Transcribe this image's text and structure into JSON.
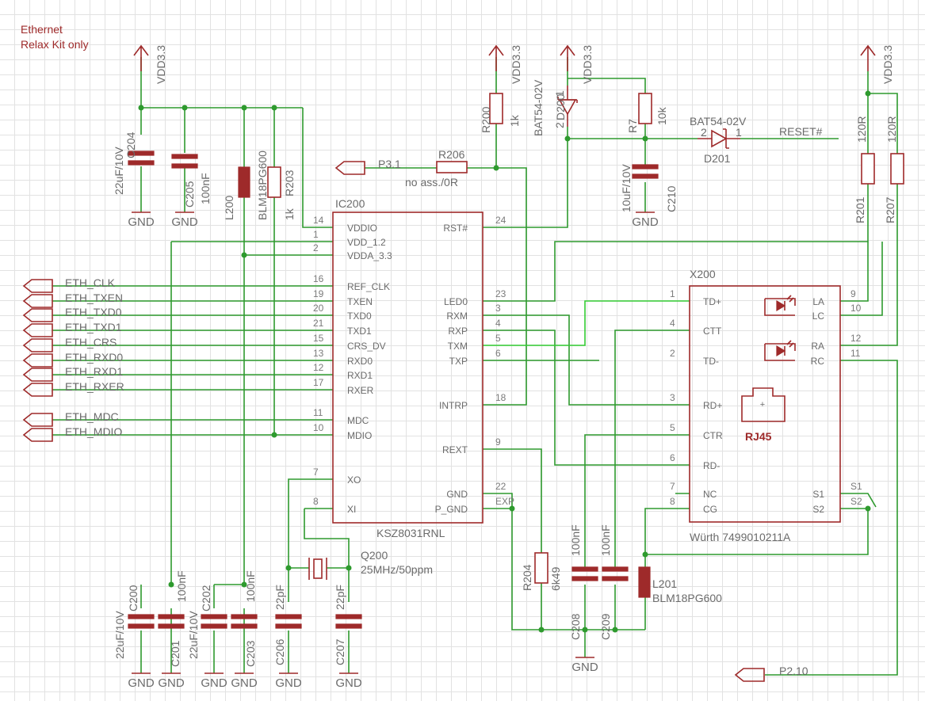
{
  "notes": {
    "line1": "Ethernet",
    "line2": "Relax Kit only"
  },
  "ic": {
    "ref": "IC200",
    "value": "KSZ8031RNL",
    "pins_left": [
      {
        "num": "14",
        "name": "VDDIO"
      },
      {
        "num": "1",
        "name": "VDD_1.2"
      },
      {
        "num": "2",
        "name": "VDDA_3.3"
      },
      {
        "num": "16",
        "name": "REF_CLK"
      },
      {
        "num": "19",
        "name": "TXEN"
      },
      {
        "num": "20",
        "name": "TXD0"
      },
      {
        "num": "21",
        "name": "TXD1"
      },
      {
        "num": "15",
        "name": "CRS_DV"
      },
      {
        "num": "13",
        "name": "RXD0"
      },
      {
        "num": "12",
        "name": "RXD1"
      },
      {
        "num": "17",
        "name": "RXER"
      },
      {
        "num": "11",
        "name": "MDC"
      },
      {
        "num": "10",
        "name": "MDIO"
      },
      {
        "num": "7",
        "name": "XO"
      },
      {
        "num": "8",
        "name": "XI"
      }
    ],
    "pins_right": [
      {
        "num": "24",
        "name": "RST#"
      },
      {
        "num": "23",
        "name": "LED0"
      },
      {
        "num": "3",
        "name": "RXM"
      },
      {
        "num": "4",
        "name": "RXP"
      },
      {
        "num": "5",
        "name": "TXM"
      },
      {
        "num": "6",
        "name": "TXP"
      },
      {
        "num": "18",
        "name": "INTRP"
      },
      {
        "num": "9",
        "name": "REXT"
      },
      {
        "num": "22",
        "name": "GND"
      },
      {
        "num": "EXP",
        "name": "P_GND"
      }
    ]
  },
  "connector": {
    "ref": "X200",
    "value": "Würth 7499010211A",
    "jack": "RJ45",
    "pins_left": [
      {
        "num": "1",
        "name": "TD+"
      },
      {
        "num": "4",
        "name": "CTT"
      },
      {
        "num": "2",
        "name": "TD-"
      },
      {
        "num": "3",
        "name": "RD+"
      },
      {
        "num": "5",
        "name": "CTR"
      },
      {
        "num": "6",
        "name": "RD-"
      },
      {
        "num": "7",
        "name": "NC"
      },
      {
        "num": "8",
        "name": "CG"
      }
    ],
    "pins_right": [
      {
        "num": "9",
        "name": "LA"
      },
      {
        "num": "10",
        "name": "LC"
      },
      {
        "num": "12",
        "name": "RA"
      },
      {
        "num": "11",
        "name": "RC"
      },
      {
        "num": "S1",
        "name": "S1"
      },
      {
        "num": "S2",
        "name": "S2"
      }
    ]
  },
  "eth_nets": [
    "ETH_CLK",
    "ETH_TXEN",
    "ETH_TXD0",
    "ETH_TXD1",
    "ETH_CRS",
    "ETH_RXD0",
    "ETH_RXD1",
    "ETH_RXER",
    "ETH_MDC",
    "ETH_MDIO"
  ],
  "nets": {
    "p3_1": "P3.1",
    "p2_10": "P2.10",
    "reset": "RESET#"
  },
  "supply": {
    "vdd": "VDD3.3",
    "gnd": "GND"
  },
  "parts": {
    "C204": {
      "ref": "C204",
      "value": "22uF/10V"
    },
    "C205": {
      "ref": "C205",
      "value": "100nF"
    },
    "L200": {
      "ref": "L200",
      "value": "BLM18PG600"
    },
    "R203": {
      "ref": "R203",
      "value": "1k"
    },
    "R200": {
      "ref": "R200",
      "value": "1k"
    },
    "R206": {
      "ref": "R206",
      "value": "no ass./0R"
    },
    "D200": {
      "ref": "D200",
      "value": "BAT54-02V",
      "pin1": "1",
      "pin2": "2"
    },
    "R7": {
      "ref": "R7",
      "value": "10k"
    },
    "C210": {
      "ref": "C210",
      "value": "10uF/10V"
    },
    "D201": {
      "ref": "D201",
      "value": "BAT54-02V",
      "pin1": "1",
      "pin2": "2"
    },
    "R201": {
      "ref": "R201",
      "value": "120R"
    },
    "R207": {
      "ref": "R207",
      "value": "120R"
    },
    "C200": {
      "ref": "C200",
      "value": "22uF/10V"
    },
    "C201": {
      "ref": "C201",
      "value": "100nF"
    },
    "C202": {
      "ref": "C202",
      "value": "22uF/10V"
    },
    "C203": {
      "ref": "C203",
      "value": "100nF"
    },
    "C206": {
      "ref": "C206",
      "value": "22pF"
    },
    "C207": {
      "ref": "C207",
      "value": "22pF"
    },
    "Q200": {
      "ref": "Q200",
      "value": "25MHz/50ppm"
    },
    "R204": {
      "ref": "R204",
      "value": "6k49"
    },
    "C208": {
      "ref": "C208",
      "value": "100nF"
    },
    "C209": {
      "ref": "C209",
      "value": "100nF"
    },
    "L201": {
      "ref": "L201",
      "value": "BLM18PG600"
    }
  },
  "colors": {
    "wire": "#2e9a2e",
    "highlight_wire": "#33cc33",
    "part": "#9e2a2a",
    "text": "#6b6b6b",
    "grid": "#e2e2e2"
  }
}
